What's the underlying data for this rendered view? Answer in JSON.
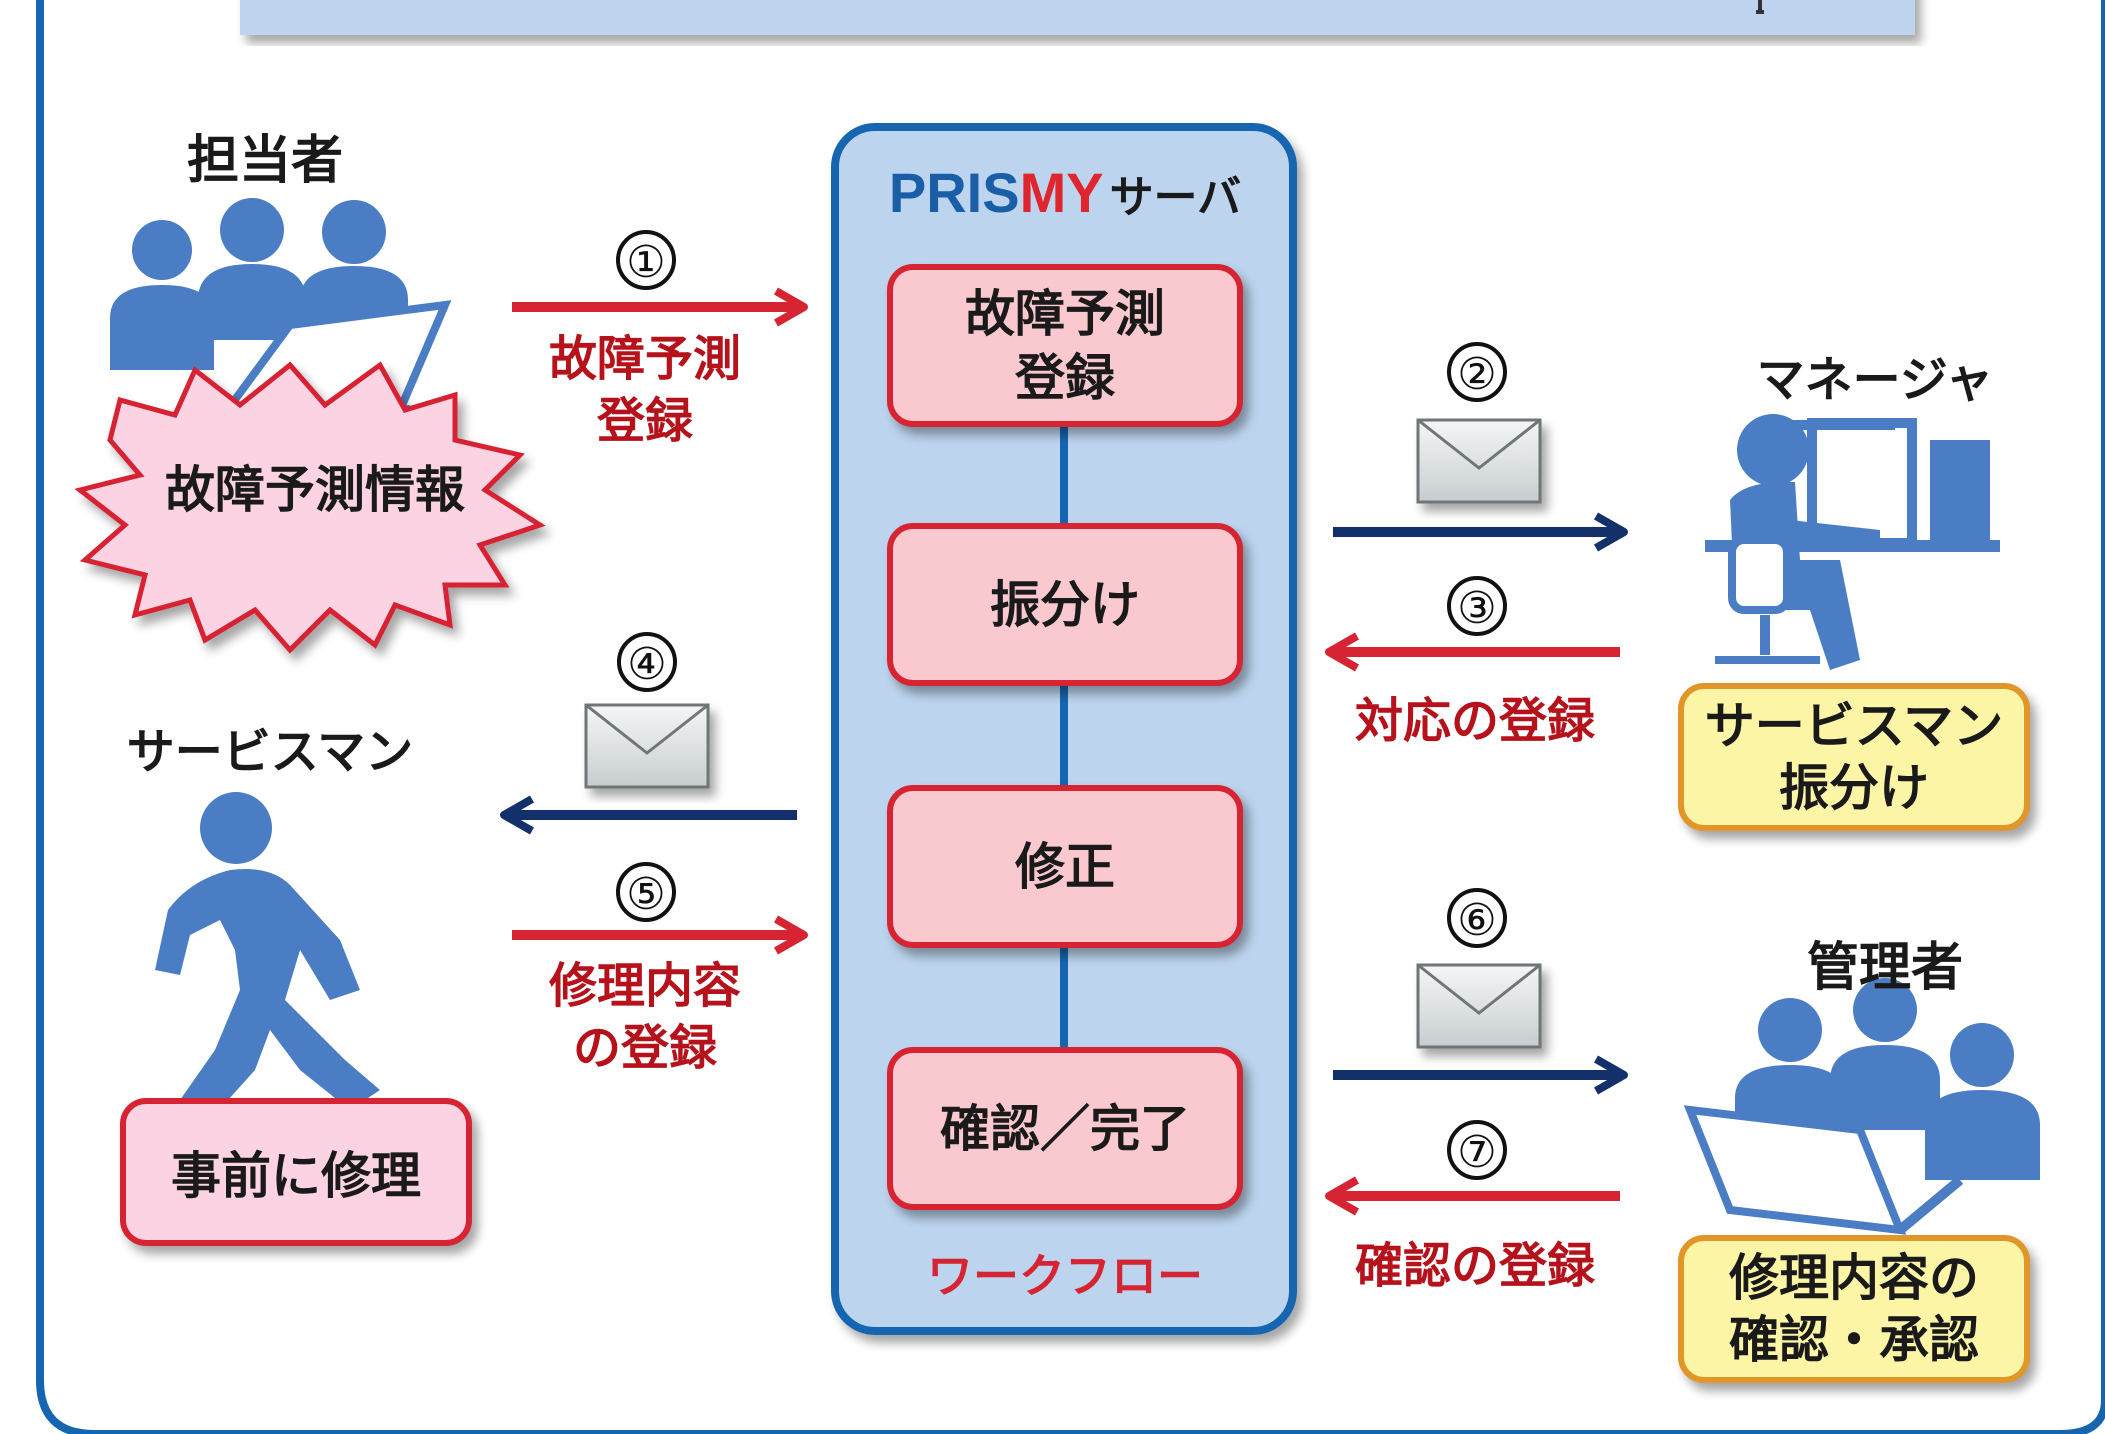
{
  "server": {
    "brand_blue": "PRIS",
    "brand_red": "MY",
    "suffix": "サーバ",
    "workflow_label": "ワークフロー",
    "steps": [
      "故障予測\n登録",
      "振分け",
      "修正",
      "確認／完了"
    ]
  },
  "actors": {
    "tantousha": "担当者",
    "manager": "マネージャ",
    "serviceman": "サービスマン",
    "kanrisha": "管理者"
  },
  "notes": {
    "failure_info": "故障予測情報",
    "serviceman_assign_1": "サービスマン",
    "serviceman_assign_2": "振分け",
    "repair_ahead": "事前に修理",
    "confirm_1": "修理内容の",
    "confirm_2": "確認・承認"
  },
  "flows": {
    "n1": "①",
    "t1a": "故障予測",
    "t1b": "登録",
    "n2": "②",
    "n3": "③",
    "t3": "対応の登録",
    "n4": "④",
    "n5": "⑤",
    "t5a": "修理内容",
    "t5b": "の登録",
    "n6": "⑥",
    "n7": "⑦",
    "t7": "確認の登録"
  },
  "colors": {
    "frame_blue": "#1565b0",
    "server_fill": "#bcd4ee",
    "header_fill": "#bed4ee",
    "person_blue": "#4a7dc4",
    "arrow_red": "#d62433",
    "arrow_navy": "#14306b",
    "brand_blue": "#1a5ea8",
    "brand_red": "#e0252f"
  },
  "icons": [
    "people-group-laptop-icon",
    "desk-worker-icon",
    "running-person-icon",
    "envelope-icon"
  ]
}
